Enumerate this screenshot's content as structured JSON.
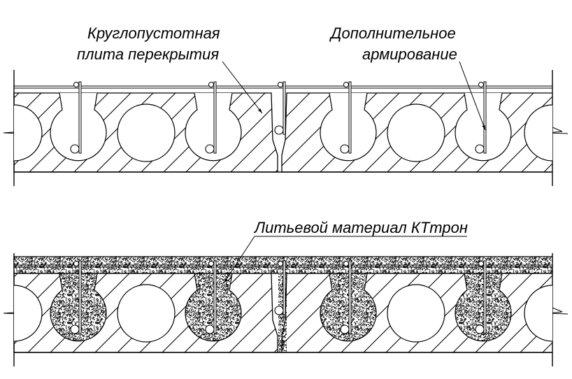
{
  "labels": {
    "slab_line1": "Круглопустотная",
    "slab_line2": "плита перекрытия",
    "rebar_line1": "Дополнительное",
    "rebar_line2": "армирование",
    "material": "Литьевой материал КТтрон"
  },
  "colors": {
    "line": "#000000",
    "background": "#ffffff",
    "fill_material": "#000000"
  }
}
